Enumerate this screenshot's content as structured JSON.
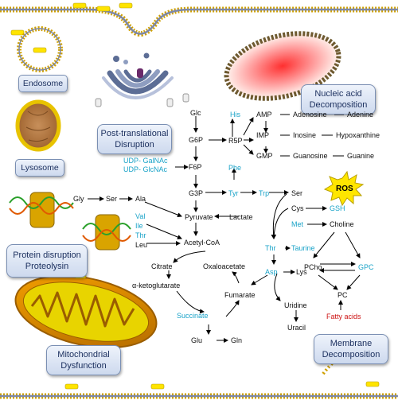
{
  "labels": {
    "endosome": "Endosome",
    "lysosome": "Lysosome",
    "ptm": "Post-translational\nDisruption",
    "nucleic": "Nucleic acid\nDecomposition",
    "protein": "Protein disruption\nProteolysin",
    "mito": "Mitochondrial\nDysfunction",
    "membrane": "Membrane\nDecomposition"
  },
  "metabolites": {
    "glc": "Glc",
    "g6p": "G6P",
    "f6p": "F6P",
    "g3p": "G3P",
    "pyruvate": "Pyruvate",
    "lactate": "Lactate",
    "acetyl_coa": "Acetyl-CoA",
    "r5p": "R5P",
    "his": "His",
    "amp": "AMP",
    "imp": "IMP",
    "gmp": "GMP",
    "adenosine": "Adenosine",
    "adenine": "Adenine",
    "inosine": "Inosine",
    "hypoxanthine": "Hypoxanthine",
    "guanosine": "Guanosine",
    "guanine": "Guanine",
    "udp_galnac": "UDP- GalNAc",
    "udp_glcnac": "UDP- GlcNAc",
    "phe": "Phe",
    "tyr": "Tyr",
    "trp": "Trp",
    "ser_right": "Ser",
    "gly": "Gly",
    "ser_left": "Ser",
    "ala": "Ala",
    "val": "Val",
    "ile": "Ile",
    "thr_left": "Thr",
    "leu": "Leu",
    "citrate": "Citrate",
    "oxaloacetate": "Oxaloacetate",
    "a_ketoglutarate": "α-ketoglutarate",
    "fumarate": "Fumarate",
    "succinate": "Succinate",
    "glu": "Glu",
    "gln": "Gln",
    "cys": "Cys",
    "gsh": "GSH",
    "met": "Met",
    "choline": "Choline",
    "thr_right": "Thr",
    "taurine": "Taurine",
    "asp": "Asp",
    "lys": "Lys",
    "pcho": "PCho",
    "gpc": "GPC",
    "pc": "PC",
    "uridine": "Uridine",
    "uracil": "Uracil",
    "fatty_acids": "Fatty acids",
    "ros": "ROS"
  },
  "colors": {
    "black_text": "#111111",
    "cyan_text": "#1aa3c8",
    "red_text": "#cc1111",
    "label_border": "#7a8fb3",
    "membrane_yellow": "#f3dc2a",
    "mito_orange": "#d98a00",
    "ros_star": "#ffe600"
  }
}
